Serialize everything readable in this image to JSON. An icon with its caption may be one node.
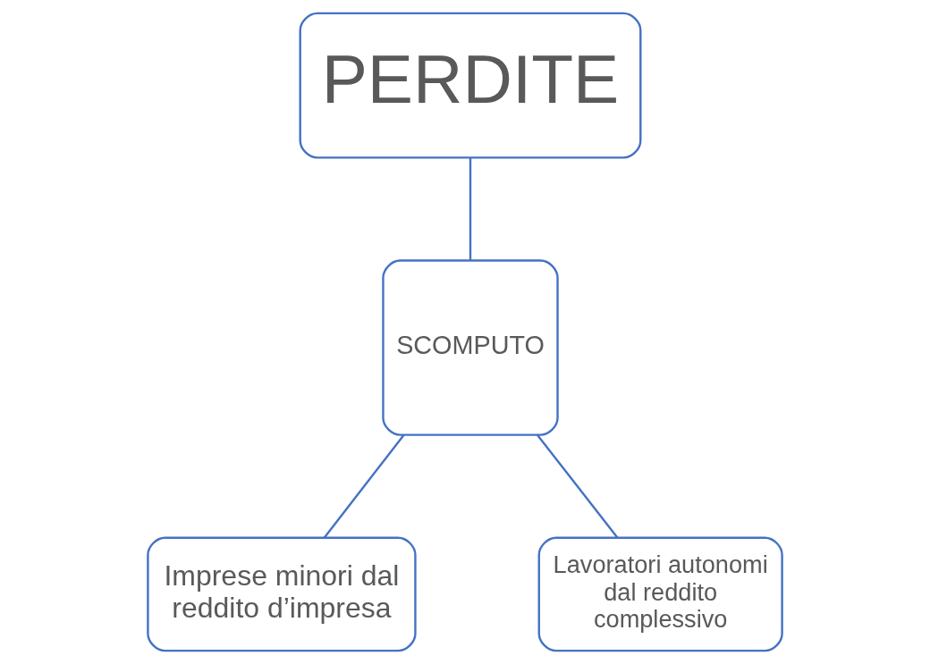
{
  "diagram": {
    "nodes": [
      {
        "text": [
          "PERDITE"
        ]
      },
      {
        "text": [
          "SCOMPUTO"
        ]
      },
      {
        "text": [
          "Imprese minori dal reddito d’impresa"
        ]
      },
      {
        "text": [
          "Lavoratori autonomi dal reddito complessivo"
        ]
      }
    ],
    "edges": [
      {
        "from": 0,
        "to": 1,
        "arrow": "none"
      },
      {
        "from": 1,
        "to": 2,
        "arrow": "none"
      },
      {
        "from": 1,
        "to": 3,
        "arrow": "none"
      }
    ]
  }
}
